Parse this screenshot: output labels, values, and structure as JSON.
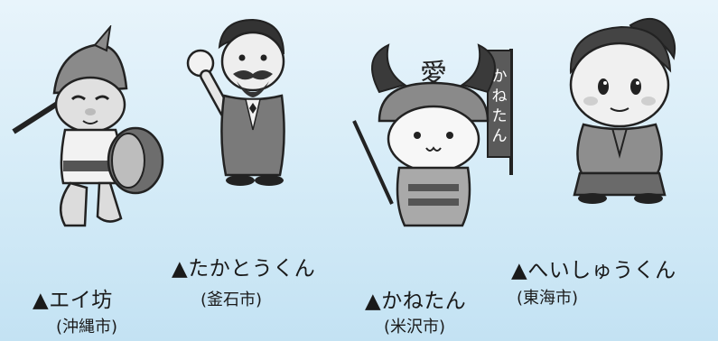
{
  "mascots": [
    {
      "name": "▲エイ坊",
      "city": "(沖縄市)",
      "icon": "eisa-dancer-mascot"
    },
    {
      "name": "▲たかとうくん",
      "city": "(釜石市)",
      "icon": "mustached-gentleman-mascot"
    },
    {
      "name": "▲かねたん",
      "city": "(米沢市)",
      "icon": "samurai-helmet-mascot"
    },
    {
      "name": "▲へいしゅうくん",
      "city": "(東海市)",
      "icon": "topknot-boy-mascot"
    }
  ],
  "banner_text": "かねたん",
  "helmet_crest": "愛"
}
